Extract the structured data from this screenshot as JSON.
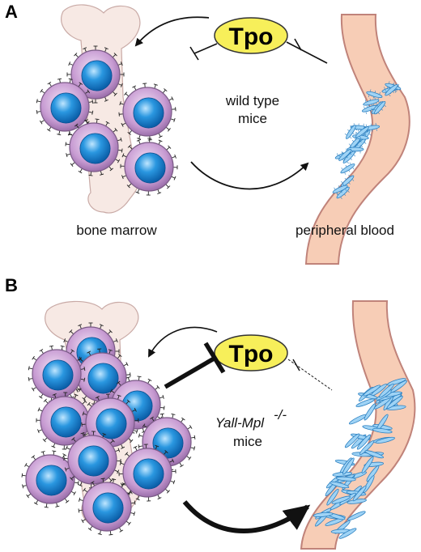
{
  "panels": [
    {
      "letter": "A",
      "hormone": "Tpo",
      "condition_line1": "wild type",
      "condition_line2": "mice",
      "left_label": "bone marrow",
      "right_label": "peripheral blood"
    },
    {
      "letter": "B",
      "hormone": "Tpo",
      "condition_line1": "Yall-Mpl",
      "condition_sup": "-/-",
      "condition_line2": "mice"
    }
  ],
  "colors": {
    "bone": "#f7e9e4",
    "bone_stroke": "#c9aaa6",
    "cell_outer": "#c79bd2",
    "cell_stroke": "#7a5a86",
    "nucleus": "#1f88d6",
    "vessel": "#f7cdb6",
    "vessel_stroke": "#c0837a",
    "platelet": "#5aaee6",
    "tpo_fill": "#f7ef5a"
  }
}
